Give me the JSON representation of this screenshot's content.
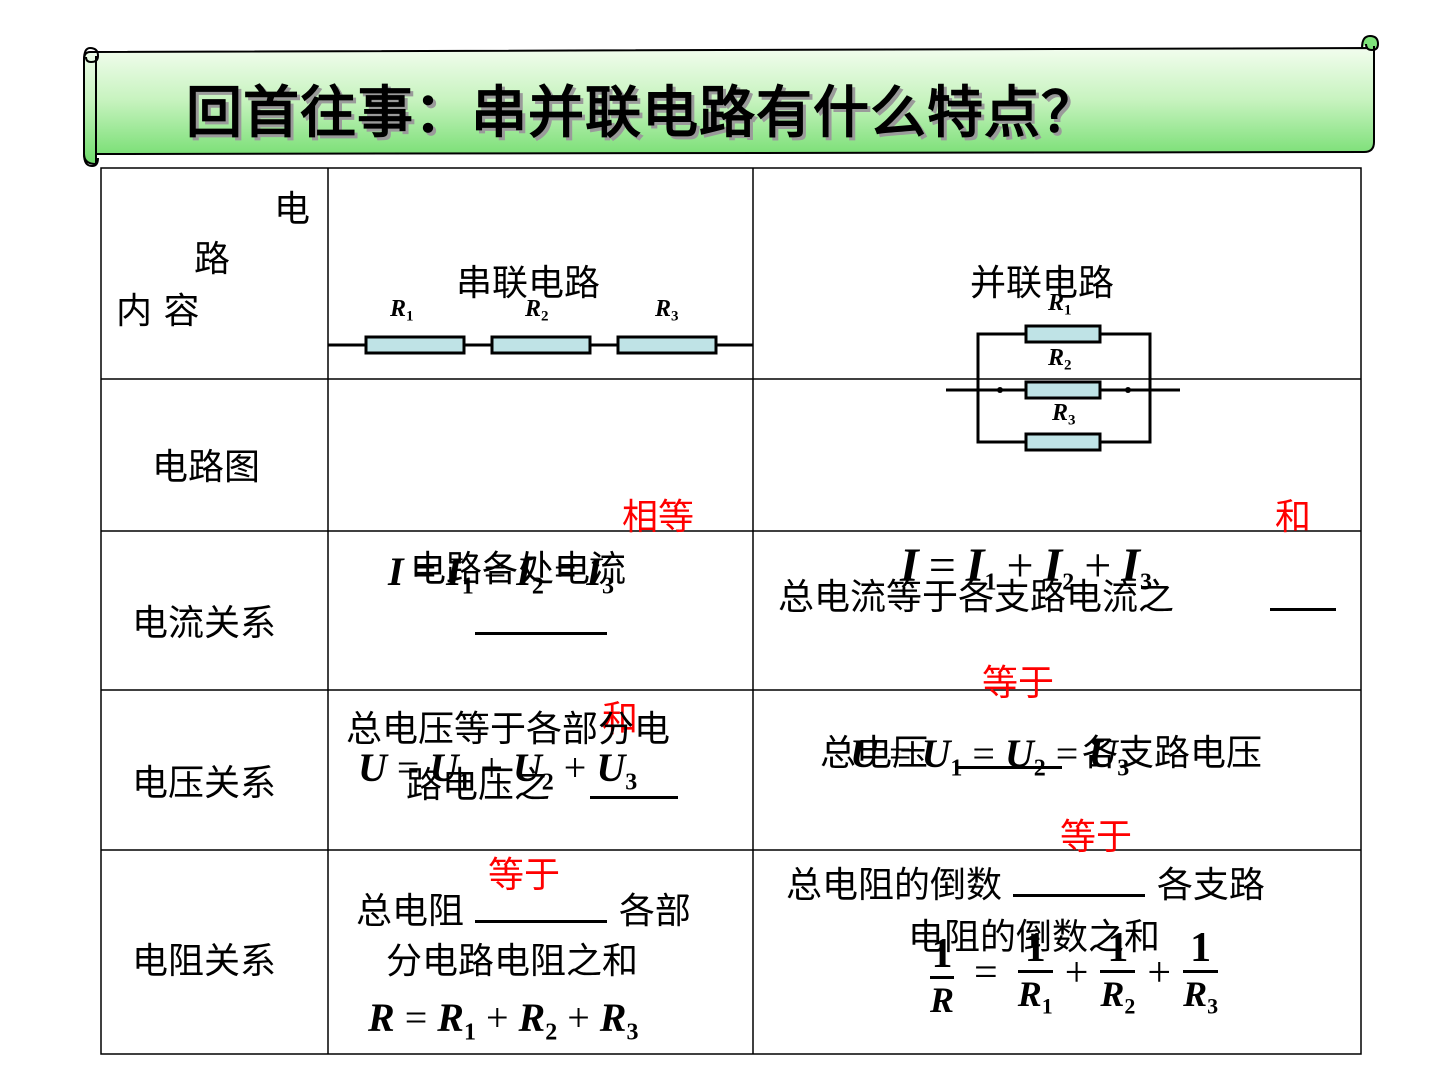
{
  "title": "回首往事：串并联电路有什么特点？",
  "header_cell": {
    "line1": "电",
    "line2": "路",
    "line3": "内 容"
  },
  "row_labels": {
    "diagram": "电路图",
    "current": "电流关系",
    "voltage": "电压关系",
    "resistance": "电阻关系"
  },
  "series": {
    "heading": "串联电路",
    "resistors": [
      "R1",
      "R2",
      "R3"
    ],
    "current_text": "电路各处电流",
    "current_answer": "相等",
    "current_formula": "I = I1 = I2 = I3",
    "voltage_text_line1": "总电压等于各部分电",
    "voltage_text_line2": "路电压之",
    "voltage_answer": "和",
    "voltage_formula": "U = U1 + U2 + U3",
    "resistance_text_line1_a": "总电阻",
    "resistance_text_line1_b": "各部",
    "resistance_text_line2": "分电路电阻之和",
    "resistance_answer": "等于",
    "resistance_formula": "R = R1 + R2 + R3"
  },
  "parallel": {
    "heading": "并联电路",
    "resistors": [
      "R1",
      "R2",
      "R3"
    ],
    "current_text": "总电流等于各支路电流之",
    "current_answer": "和",
    "current_formula": "I = I1 + I2 + I3",
    "voltage_text_a": "总电压",
    "voltage_text_b": "各支路电压",
    "voltage_answer": "等于",
    "voltage_formula": "U = U1 = U2 = U3",
    "resistance_text_line1_a": "总电阻的倒数",
    "resistance_text_line1_b": "各支路",
    "resistance_text_line2": "电阻的倒数之和",
    "resistance_answer": "等于",
    "resistance_formula": "1/R = 1/R1 + 1/R2 + 1/R3"
  },
  "colors": {
    "banner_top": "#e6fbe0",
    "banner_bottom": "#7ee37a",
    "answer_red": "#ff0000",
    "resistor_fill": "#bfe3e6"
  }
}
